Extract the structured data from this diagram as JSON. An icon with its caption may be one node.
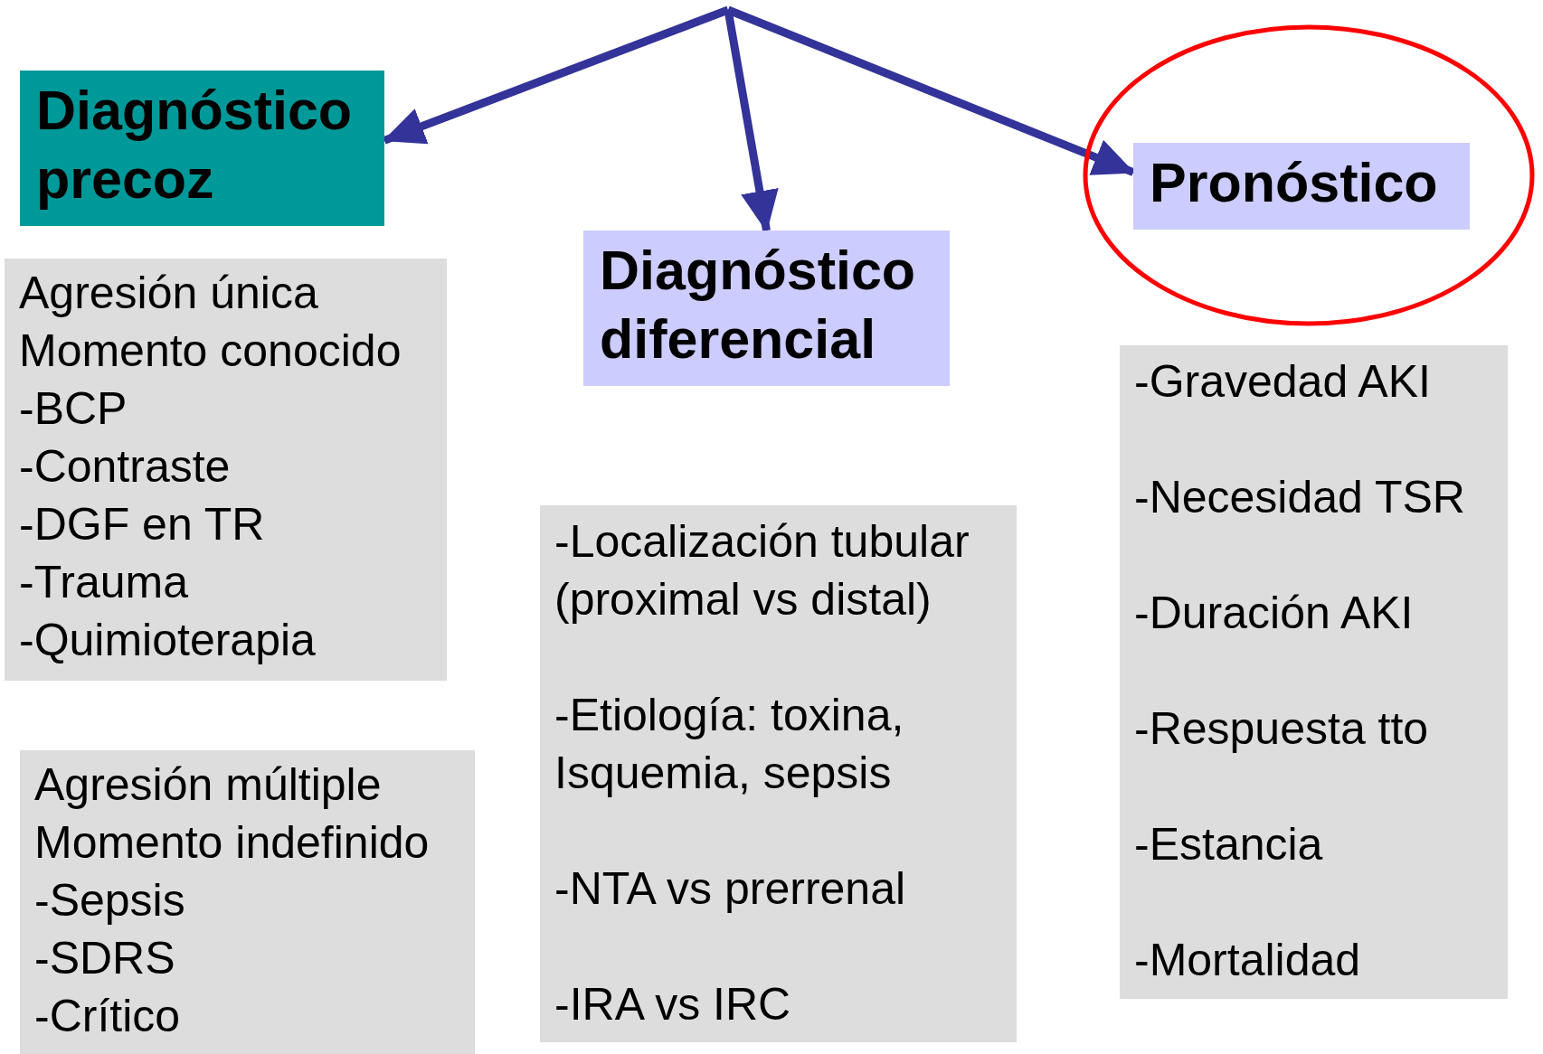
{
  "diagram": {
    "nodes": [
      {
        "text": [
          "Diagnóstico precoz"
        ]
      },
      {
        "text": [
          "Diagnóstico diferencial"
        ]
      },
      {
        "text": [],
        "shape": "ellipse"
      },
      {
        "text": [
          "Pronóstico"
        ],
        "in": 2
      },
      {
        "text": [
          "Agresión única",
          "Momento conocido",
          "-BCP",
          "-Contraste",
          "-DGF en TR",
          "-Trauma",
          "-Quimioterapia"
        ]
      },
      {
        "text": [
          "Agresión múltiple",
          "Momento indefinido",
          "-Sepsis",
          "-SDRS",
          "-Crítico"
        ]
      },
      {
        "text": [
          "-Localización tubular (proximal vs distal)",
          "-Etiología: toxina, Isquemia, sepsis",
          "-NTA vs prerrenal",
          "-IRA vs IRC"
        ]
      },
      {
        "text": [
          "-Gravedad AKI",
          "-Necesidad TSR",
          "-Duración AKI",
          "-Respuesta tto",
          "-Estancia",
          "-Mortalidad"
        ]
      }
    ],
    "edges": [
      {
        "from": null,
        "to": 0,
        "arrow": "to"
      },
      {
        "from": null,
        "to": 1,
        "arrow": "to"
      },
      {
        "from": null,
        "to": 3,
        "arrow": "to"
      }
    ]
  }
}
